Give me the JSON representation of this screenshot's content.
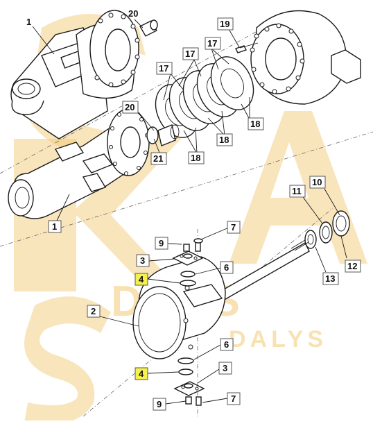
{
  "watermark": {
    "brand": "SKA",
    "line1": "DALIS",
    "line2": "DALYS",
    "tagline": ""
  },
  "callouts": [
    {
      "id": "c-20-top",
      "text": "20",
      "highlight": false
    },
    {
      "id": "c-1-top",
      "text": "1",
      "highlight": false
    },
    {
      "id": "c-19",
      "text": "19",
      "highlight": false
    },
    {
      "id": "c-17-a",
      "text": "17",
      "highlight": false
    },
    {
      "id": "c-17-b",
      "text": "17",
      "highlight": false
    },
    {
      "id": "c-17-c",
      "text": "17",
      "highlight": false
    },
    {
      "id": "c-20-mid",
      "text": "20",
      "highlight": false
    },
    {
      "id": "c-21",
      "text": "21",
      "highlight": false
    },
    {
      "id": "c-18-a",
      "text": "18",
      "highlight": false
    },
    {
      "id": "c-18-b",
      "text": "18",
      "highlight": false
    },
    {
      "id": "c-18-c",
      "text": "18",
      "highlight": false
    },
    {
      "id": "c-10",
      "text": "10",
      "highlight": false
    },
    {
      "id": "c-11",
      "text": "11",
      "highlight": false
    },
    {
      "id": "c-12",
      "text": "12",
      "highlight": false
    },
    {
      "id": "c-13",
      "text": "13",
      "highlight": false
    },
    {
      "id": "c-1-mid",
      "text": "1",
      "highlight": false
    },
    {
      "id": "c-7-top",
      "text": "7",
      "highlight": false
    },
    {
      "id": "c-9-top",
      "text": "9",
      "highlight": false
    },
    {
      "id": "c-3-top",
      "text": "3",
      "highlight": false
    },
    {
      "id": "c-6-top",
      "text": "6",
      "highlight": false
    },
    {
      "id": "c-4-top",
      "text": "4",
      "highlight": true
    },
    {
      "id": "c-2",
      "text": "2",
      "highlight": false
    },
    {
      "id": "c-6-bot",
      "text": "6",
      "highlight": false
    },
    {
      "id": "c-3-bot",
      "text": "3",
      "highlight": false
    },
    {
      "id": "c-4-bot",
      "text": "4",
      "highlight": true
    },
    {
      "id": "c-9-bot",
      "text": "9",
      "highlight": false
    },
    {
      "id": "c-7-bot",
      "text": "7",
      "highlight": false
    }
  ]
}
